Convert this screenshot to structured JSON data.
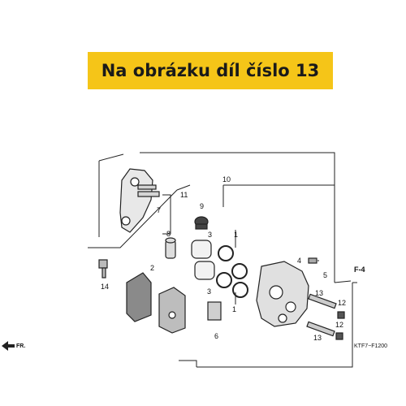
{
  "banner": {
    "text": "Na obrázku díl číslo 13"
  },
  "callouts": {
    "c1a": "1",
    "c1b": "1",
    "c2": "2",
    "c3a": "3",
    "c3b": "3",
    "c4": "4",
    "c5": "5",
    "c6": "6",
    "c7": "7",
    "c8": "8",
    "c9": "9",
    "c10": "10",
    "c11": "11",
    "c12a": "12",
    "c12b": "12",
    "c13a": "13",
    "c13b": "13",
    "c14": "14"
  },
  "ref_label": "F-4",
  "front_label": "FR.",
  "diagram_code": "KTF7−F1200"
}
